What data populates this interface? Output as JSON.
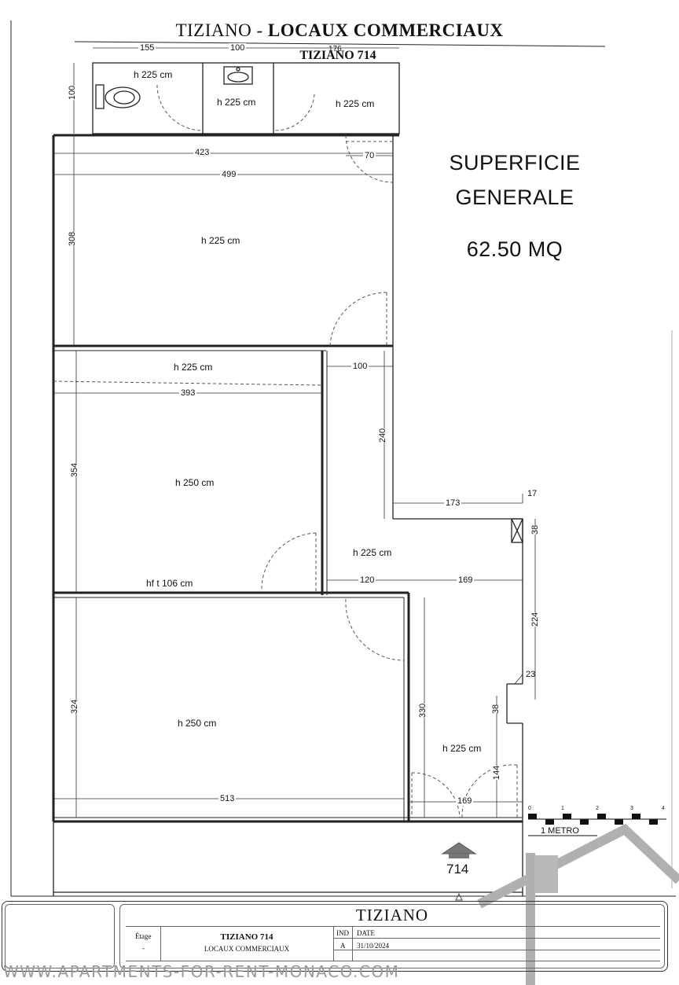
{
  "header": {
    "title_part1": "TIZIANO - ",
    "title_part2": "LOCAUX COMMERCIAUX",
    "subtitle": "TIZIANO 714"
  },
  "surface": {
    "line1": "SUPERFICIE",
    "line2": "GENERALE",
    "value": "62.50 MQ"
  },
  "heights": {
    "wc": "h 225 cm",
    "sink_room": "h 225 cm",
    "storage": "h 225 cm",
    "room_top": "h 225 cm",
    "room_mid_top": "h 225 cm",
    "room_mid": "h 250 cm",
    "corridor": "h 225 cm",
    "hft": "hf t 106 cm",
    "room_bottom": "h 250 cm",
    "entrance": "h 225 cm"
  },
  "dimensions": {
    "d155": "155",
    "d100_top": "100",
    "d176": "176",
    "d100_left": "100",
    "d423": "423",
    "d70": "70",
    "d499": "499",
    "d308": "308",
    "d100_mid": "100",
    "d393": "393",
    "d354": "354",
    "d240": "240",
    "d173": "173",
    "d17": "17",
    "d38_top": "38",
    "d120": "120",
    "d169_mid": "169",
    "d224": "224",
    "d23": "23",
    "d324": "324",
    "d330": "330",
    "d38_bottom": "38",
    "d144": "144",
    "d513": "513",
    "d169_bottom": "169"
  },
  "scale": {
    "ticks": [
      "0",
      "1",
      "2",
      "3",
      "4"
    ],
    "label": "1 METRO"
  },
  "entrance_marker": "714",
  "title_block": {
    "name": "TIZIANO",
    "etage_label": "Étage",
    "etage_value": "-",
    "project": "TIZIANO 714",
    "project_sub": "LOCAUX COMMERCIAUX",
    "ind_label": "IND",
    "date_label": "DATE",
    "ind_value": "A",
    "date_value": "31/10/2024"
  },
  "watermark": "WWW.APARTMENTS-FOR-RENT-MONACO.COM",
  "colors": {
    "line": "#222222",
    "dash": "#555555",
    "watermark": "#9a9a9a"
  }
}
